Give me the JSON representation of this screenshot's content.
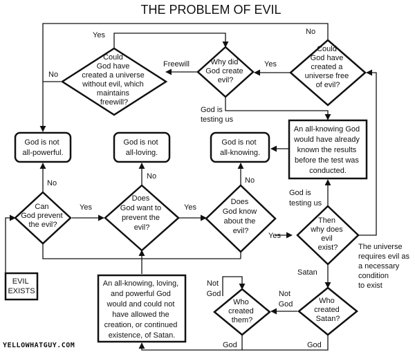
{
  "title": "THE PROBLEM OF EVIL",
  "brand": "YELLOWHATGUY.COM",
  "nodes": {
    "could_free": [
      "Could",
      "God have",
      "created a",
      "universe free",
      "of evil?"
    ],
    "why_create": [
      "Why did",
      "God create",
      "evil?"
    ],
    "could_fw": [
      "Could",
      "God have",
      "created a universe",
      "without evil, which",
      "maintains",
      "freewill?"
    ],
    "not_powerful": [
      "God is not",
      "all-powerful."
    ],
    "not_loving": [
      "God is not",
      "all-loving."
    ],
    "not_knowing": [
      "God is not",
      "all-knowing."
    ],
    "allknow_box": [
      "An all-knowing God",
      "would have already",
      "known the results",
      "before the test was",
      "conducted."
    ],
    "can_prevent": [
      "Can",
      "God prevent",
      "the evil?"
    ],
    "want_prevent": [
      "Does",
      "God want to",
      "prevent the",
      "evil?"
    ],
    "know_about": [
      "Does",
      "God know",
      "about the",
      "evil?"
    ],
    "why_exist": [
      "Then",
      "why does",
      "evil",
      "exist?"
    ],
    "evil_exists": [
      "EVIL",
      "EXISTS"
    ],
    "satan_box": [
      "An all-knowing, loving,",
      "and powerful God",
      "would and could not",
      "have allowed the",
      "creation, or continued",
      "existence, of Satan."
    ],
    "created_them": [
      "Who",
      "created",
      "them?"
    ],
    "created_satan": [
      "Who",
      "created",
      "Satan?"
    ]
  },
  "labels": {
    "no_top": "No",
    "yes_top": "Yes",
    "freewill": "Freewill",
    "yes_right": "Yes",
    "no_left": "No",
    "testing_1": [
      "God is",
      "testing us"
    ],
    "no_can": "No",
    "no_want": "No",
    "no_know": "No",
    "yes_can": "Yes",
    "yes_want": "Yes",
    "yes_know": "Yes",
    "testing_2": [
      "God is",
      "testing us"
    ],
    "universe_requires": [
      "The universe",
      "requires evil as",
      "a necessary",
      "condition",
      "to exist"
    ],
    "satan": "Satan",
    "not_god_1": [
      "Not",
      "God"
    ],
    "not_god_2": [
      "Not",
      "God"
    ],
    "god_1": "God",
    "god_2": "God"
  }
}
